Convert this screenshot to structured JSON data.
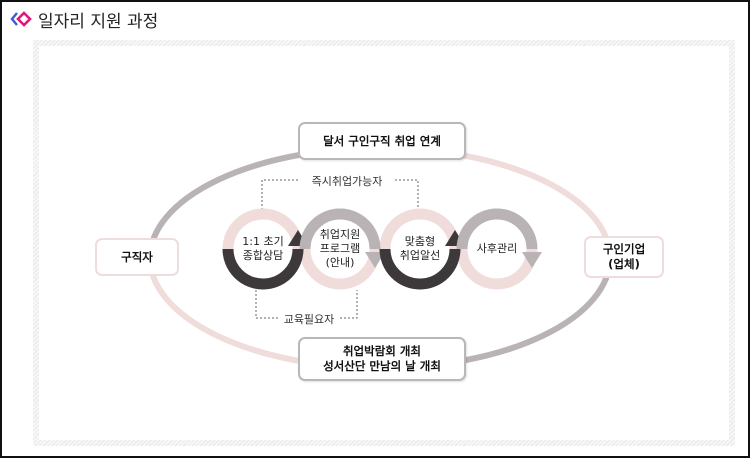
{
  "header": {
    "title": "일자리 지원 과정",
    "icon": "double-chevron-diamond-icon",
    "icon_colors": {
      "chevron": "#3a5bd9",
      "diamond": "#e2177d"
    }
  },
  "diagram": {
    "left_node": {
      "label": "구직자"
    },
    "right_node": {
      "label_line1": "구인기업",
      "label_line2": "(업체)"
    },
    "top_node": {
      "label": "달서 구인구직 취업 연계"
    },
    "bottom_node": {
      "label_line1": "취업박람회 개최",
      "label_line2": "성서산단 만남의 날 개최"
    },
    "steps": [
      {
        "line1": "1:1 초기",
        "line2": "종합상담",
        "line3": ""
      },
      {
        "line1": "취업지원",
        "line2": "프로그램",
        "line3": "(안내)"
      },
      {
        "line1": "맞춤형",
        "line2": "취업알선",
        "line3": ""
      },
      {
        "line1": "사후관리",
        "line2": "",
        "line3": ""
      }
    ],
    "top_connector_label": "즉시취업가능자",
    "bottom_connector_label": "교육필요자",
    "colors": {
      "gray": "#b9b3b6",
      "pink": "#efdcdb",
      "dark": "#3d3839"
    }
  }
}
